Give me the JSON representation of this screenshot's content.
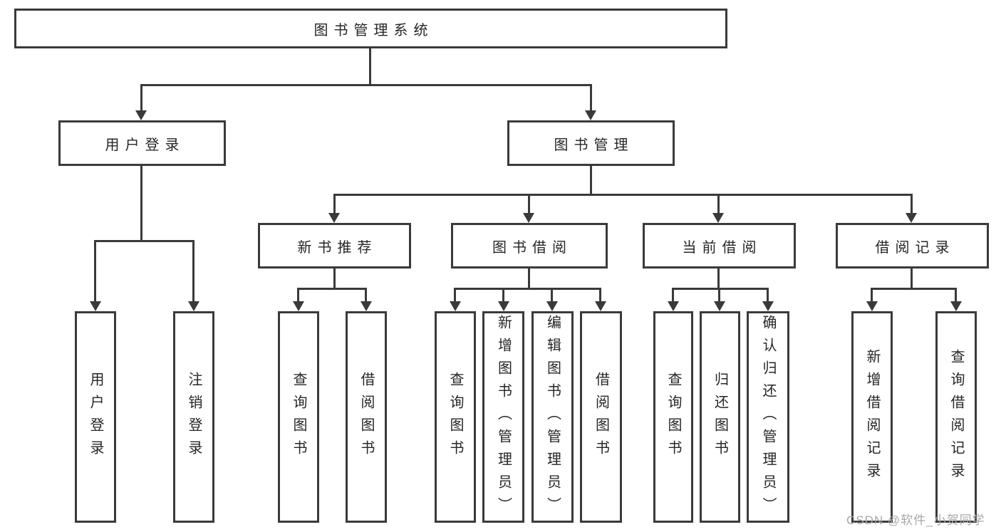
{
  "colors": {
    "line": "#3a3a3a",
    "text": "#262626",
    "background": "#ffffff",
    "watermark": "#a8a8a8"
  },
  "tree": {
    "root": "图书管理系统",
    "branches": [
      {
        "label": "用户登录",
        "children": [
          "用户登录",
          "注销登录"
        ]
      },
      {
        "label": "图书管理",
        "groups": [
          {
            "label": "新书推荐",
            "children": [
              "查询图书",
              "借阅图书"
            ]
          },
          {
            "label": "图书借阅",
            "children": [
              "查询图书",
              "新增图书（管理员）",
              "编辑图书（管理员）",
              "借阅图书"
            ]
          },
          {
            "label": "当前借阅",
            "children": [
              "查询图书",
              "归还图书",
              "确认归还（管理员）"
            ]
          },
          {
            "label": "借阅记录",
            "children": [
              "新增借阅记录",
              "查询借阅记录"
            ]
          }
        ]
      }
    ]
  },
  "watermark": {
    "text": "CSDN @软件_小贺同学"
  }
}
